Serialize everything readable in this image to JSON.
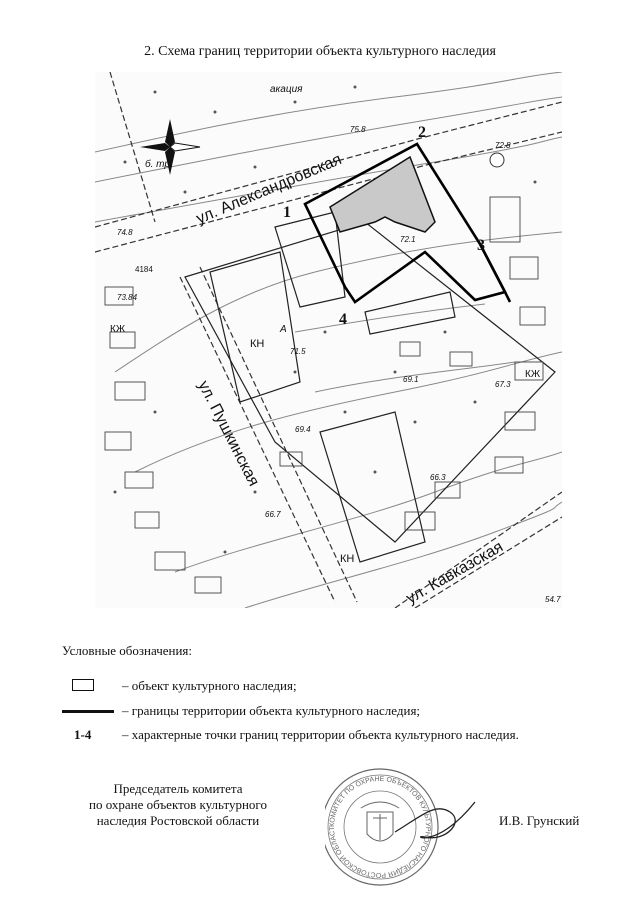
{
  "page": {
    "title": "2. Схема границ территории объекта культурного наследия"
  },
  "map": {
    "streets": [
      "ул. Александровская",
      "ул. Пушкинская",
      "ул. Кавказская"
    ],
    "point_labels": [
      "1",
      "2",
      "3",
      "4"
    ],
    "elevations": [
      "75.8",
      "72.8",
      "74.8",
      "72.1",
      "73.84",
      "71.5",
      "69.1",
      "67.3",
      "69.4",
      "66.3",
      "66.7",
      "54.7"
    ],
    "building_labels": [
      "КН",
      "КЖ",
      "А"
    ],
    "partial_texts": [
      "акация",
      "б. тр.",
      "4184"
    ],
    "compass": "north-arrow"
  },
  "legend": {
    "title": "Условные обозначения:",
    "items": [
      {
        "symbol": "box",
        "text": "– объект культурного наследия;"
      },
      {
        "symbol": "line",
        "text": "– границы территории объекта культурного наследия;"
      },
      {
        "symbol": "points",
        "symbol_text": "1-4",
        "text": "– характерные точки границ территории объекта культурного наследия."
      }
    ]
  },
  "signature": {
    "position_lines": [
      "Председатель комитета",
      "по охране объектов культурного",
      "наследия Ростовской области"
    ],
    "name": "И.В. Грунский"
  },
  "stamp": {
    "text": "Комитет по охране объектов культурного наследия Ростовской области"
  }
}
